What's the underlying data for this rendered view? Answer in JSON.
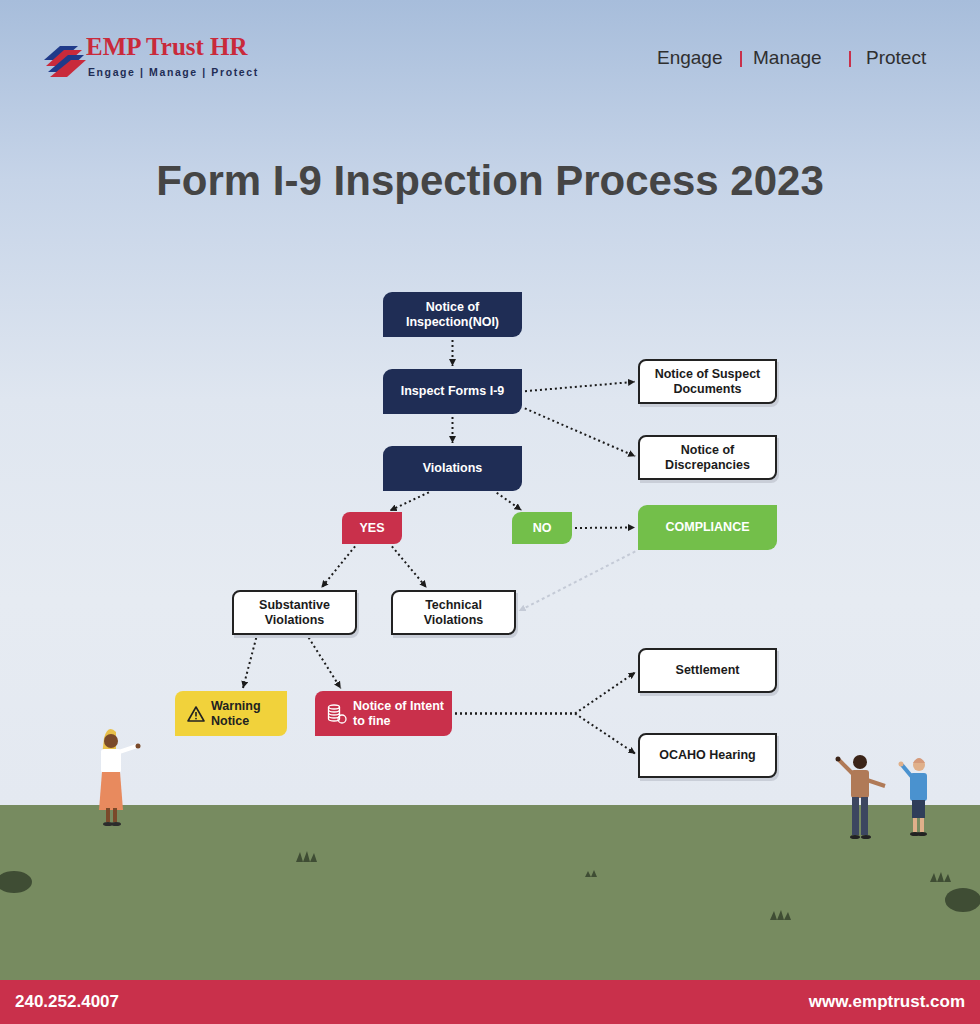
{
  "diagram": {
    "title": "Form I-9 Inspection Process 2023",
    "nodes": [
      {
        "text": [
          "Notice of Inspection(NOI)"
        ]
      },
      {
        "text": [
          "Inspect Forms I-9"
        ]
      },
      {
        "text": [
          "Notice of Suspect Documents"
        ]
      },
      {
        "text": [
          "Notice of Discrepancies"
        ]
      },
      {
        "text": [
          "Violations"
        ]
      },
      {
        "text": [
          "YES"
        ]
      },
      {
        "text": [
          "NO"
        ]
      },
      {
        "text": [
          "COMPLIANCE"
        ]
      },
      {
        "text": [
          "Substantive Violations"
        ]
      },
      {
        "text": [
          "Technical Violations"
        ]
      },
      {
        "text": [
          "Warning Notice"
        ]
      },
      {
        "text": [
          "Notice of Intent to fine"
        ]
      },
      {
        "text": [
          "Settlement"
        ]
      },
      {
        "text": [
          "OCAHO Hearing"
        ]
      }
    ],
    "edges": [
      {
        "from": 0,
        "to": 1,
        "arrow": "to"
      },
      {
        "from": 1,
        "to": 2,
        "arrow": "to"
      },
      {
        "from": 1,
        "to": 3,
        "arrow": "to"
      },
      {
        "from": 1,
        "to": 4,
        "arrow": "to"
      },
      {
        "from": 4,
        "to": 5,
        "arrow": "to"
      },
      {
        "from": 4,
        "to": 6,
        "arrow": "to"
      },
      {
        "from": 6,
        "to": 7,
        "arrow": "to"
      },
      {
        "from": 7,
        "to": 9,
        "arrow": "to"
      },
      {
        "from": 5,
        "to": 8,
        "arrow": "to"
      },
      {
        "from": 5,
        "to": 9,
        "arrow": "to"
      },
      {
        "from": 8,
        "to": 10,
        "arrow": "to"
      },
      {
        "from": 8,
        "to": 11,
        "arrow": "to"
      },
      {
        "from": 11,
        "to": 12,
        "arrow": "to"
      },
      {
        "from": 11,
        "to": 13,
        "arrow": "to"
      }
    ],
    "labels": [
      "EMP Trust HR",
      "Engage | Manage | Protect",
      "Engage",
      "Manage",
      "Protect",
      "240.252.4007",
      "www.emptrust.com"
    ]
  }
}
